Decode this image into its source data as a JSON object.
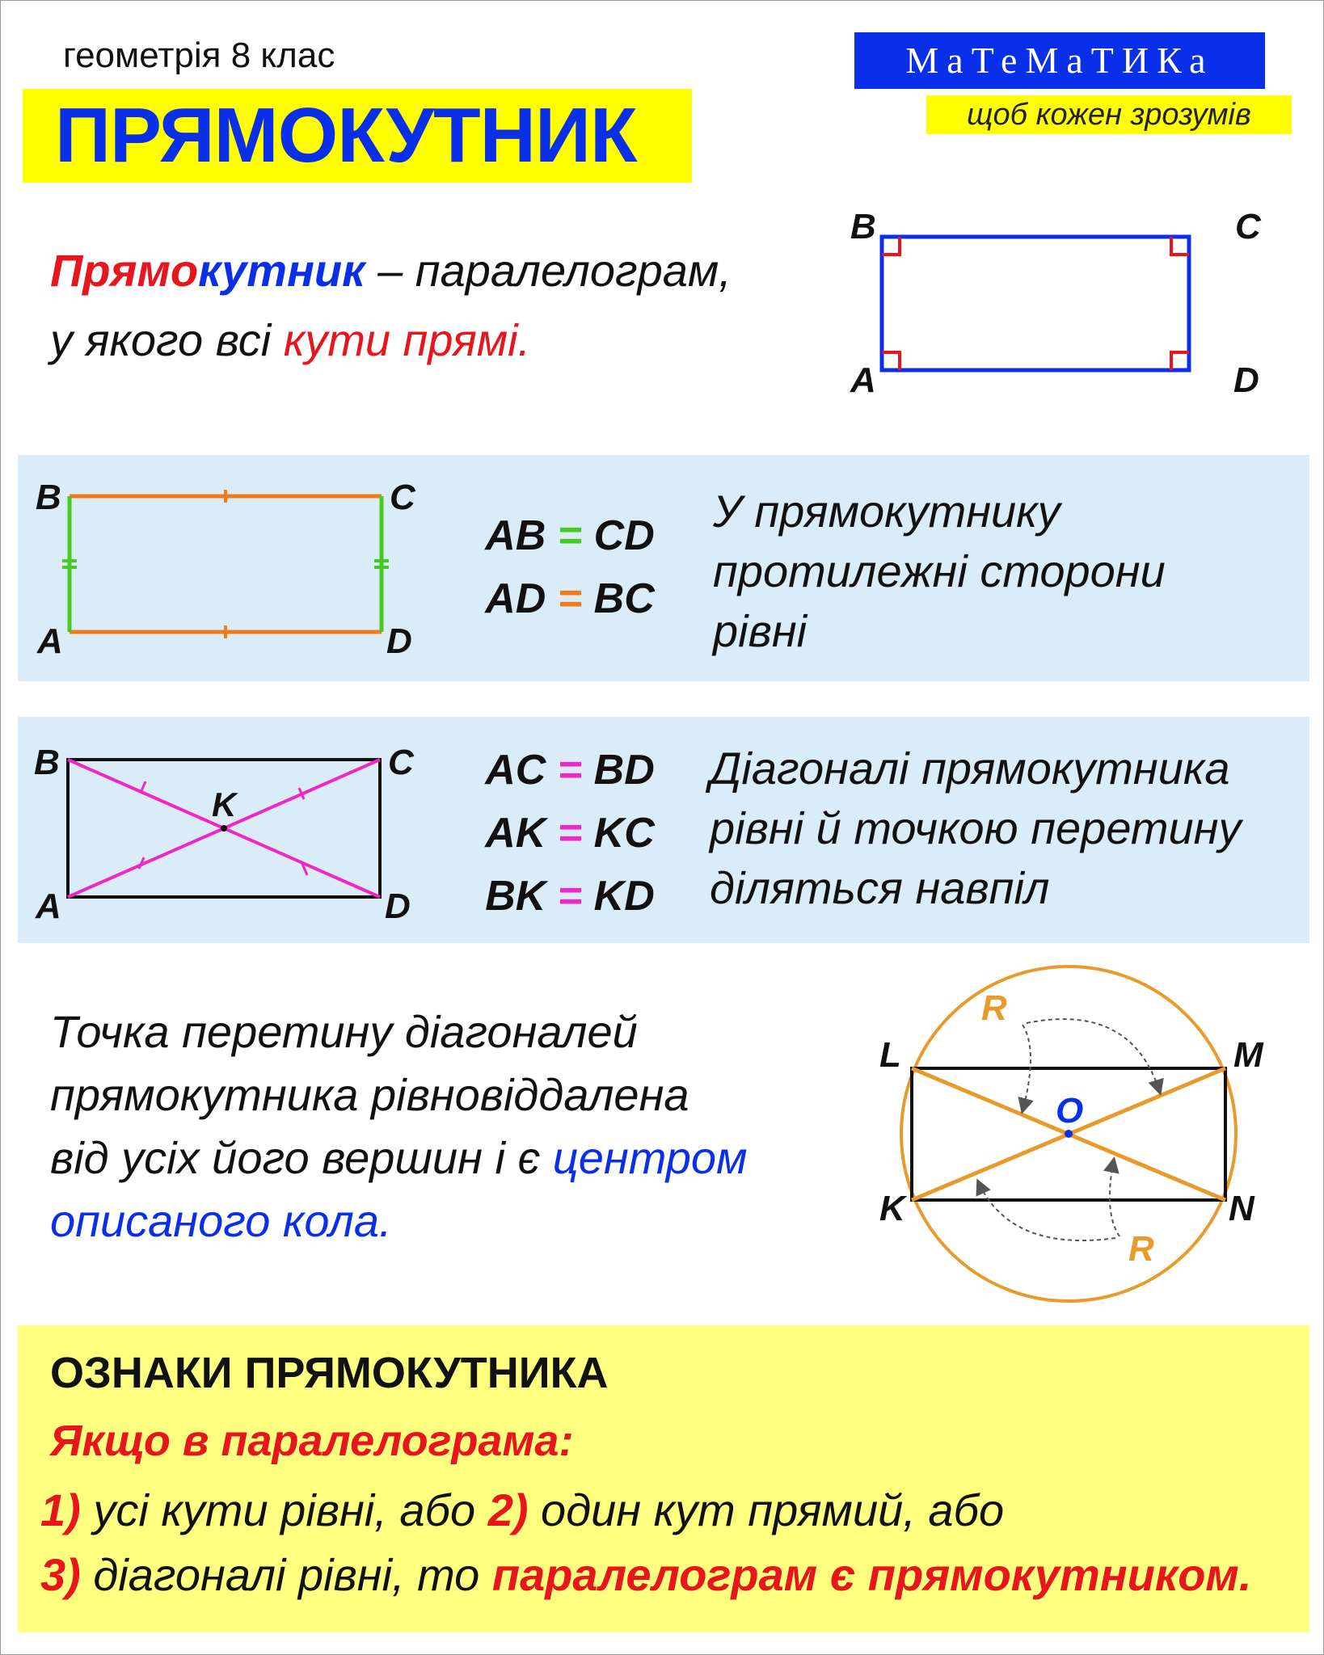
{
  "header": {
    "subtitle": "геометрія 8 клас",
    "title": "ПРЯМОКУТНИК",
    "brand": "МаТеМаТИКа",
    "slogan": "щоб кожен зрозумів"
  },
  "definition": {
    "term_part1": "Прямо",
    "term_part2": "кутник",
    "dash_text": " – паралелограм,",
    "line2_start": "у якого всі ",
    "line2_red": "кути прямі."
  },
  "figure1": {
    "labels": [
      "B",
      "C",
      "A",
      "D"
    ]
  },
  "property1": {
    "labels": [
      "B",
      "C",
      "A",
      "D"
    ],
    "eq1_left": "AB",
    "eq1_sign": "=",
    "eq1_right": "CD",
    "eq2_left": "AD",
    "eq2_sign": "=",
    "eq2_right": "BC",
    "statement": [
      "У прямокутнику",
      "протилежні сторони",
      "рівні"
    ]
  },
  "property2": {
    "labels": [
      "B",
      "C",
      "A",
      "D",
      "K"
    ],
    "eq1_left": "AC",
    "eq1_sign": "=",
    "eq1_right": "BD",
    "eq2_left": "AK",
    "eq2_sign": "=",
    "eq2_right": "KC",
    "eq3_left": "BK",
    "eq3_sign": "=",
    "eq3_right": "KD",
    "statement": [
      "Діагоналі прямокутника",
      "рівні й точкою перетину",
      "діляться навпіл"
    ]
  },
  "property3": {
    "lines": [
      "Точка перетину діагоналей",
      "прямокутника рівновіддалена",
      "від усіх його вершин і є "
    ],
    "blue1": "центром",
    "blue2": "описаного кола.",
    "labels": [
      "L",
      "M",
      "K",
      "N",
      "O",
      "R",
      "R"
    ]
  },
  "signs": {
    "title": "ОЗНАКИ ПРЯМОКУТНИКА",
    "subtitle": "Якщо в паралелограма:",
    "n1": "1)",
    "t1": " усі кути рівні, або ",
    "n2": "2)",
    "t2": " один кут прямий, або",
    "n3": "3)",
    "t3": " діагоналі рівні, то ",
    "conclusion": "паралелограм є прямокутником."
  },
  "colors": {
    "blue": "#0a2fe8",
    "red": "#e8151d",
    "yellow": "#ffff00",
    "panel": "#dbecf9",
    "orange": "#f07b18",
    "green": "#44cc22",
    "magenta": "#ee27c8",
    "gold": "#e89a2a",
    "pale_yellow": "#ffff80"
  }
}
